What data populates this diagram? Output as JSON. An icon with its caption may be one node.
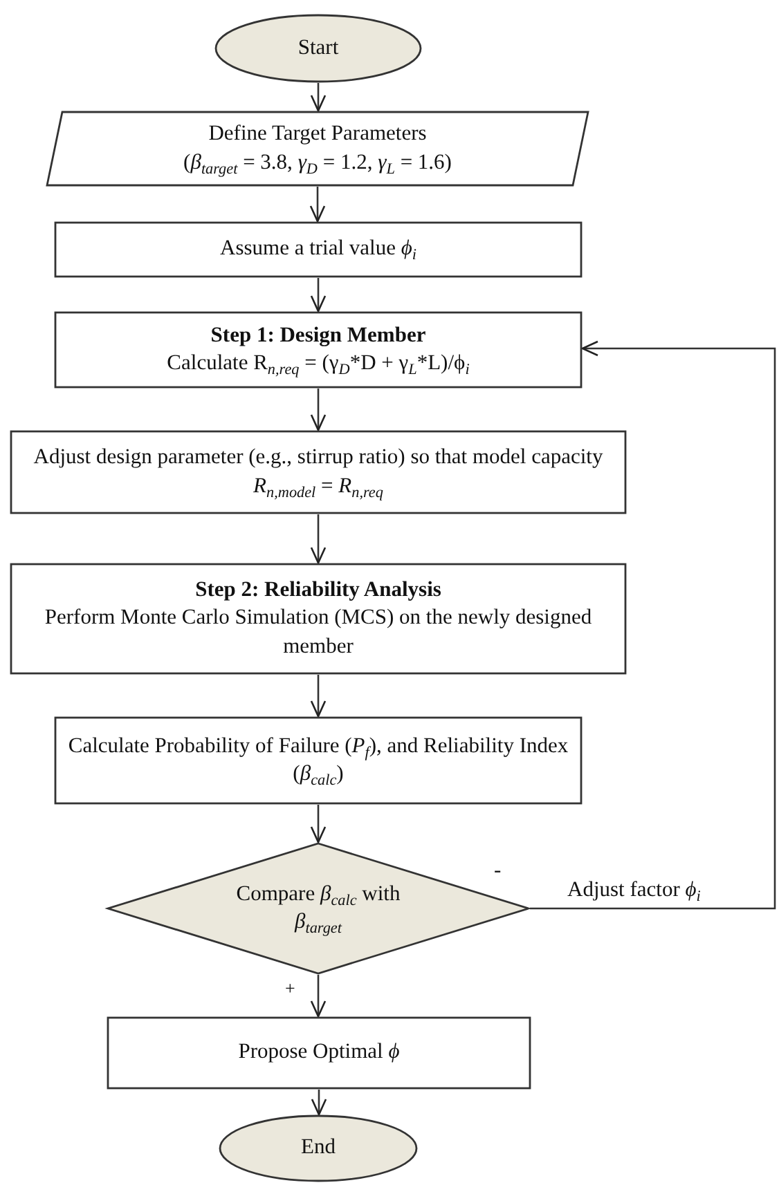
{
  "diagram": {
    "nodes": [
      {
        "text": [
          "Start"
        ]
      },
      {
        "text": [
          "Define Target Parameters",
          "(*β*$_{target}$ = 3.8, *γ*$_{D}$ = 1.2, *γ*$_{L}$ = 1.6)"
        ]
      },
      {
        "text": [
          "Assume a trial value *ϕ*$_{i}$"
        ]
      },
      {
        "text": [
          "Step 1: Design Member",
          "Calculate R$_{n,req}$ = (γ$_{D}$*D + γ$_{L}$*L)/ϕ$_{i}$"
        ]
      },
      {
        "text": [
          "Adjust design parameter (e.g., stirrup ratio) so that model capacity *R*$_{n,model}$ = *R*$_{n,req}$"
        ]
      },
      {
        "text": [
          "Step 2: Reliability Analysis",
          "Perform Monte Carlo Simulation (MCS) on the newly designed member"
        ]
      },
      {
        "text": [
          "Calculate Probability of Failure (*P*$_{f}$), and Reliability Index (*β*$_{calc}$)"
        ]
      },
      {
        "text": [
          "Compare *β*$_{calc}$ with *β*$_{target}$"
        ]
      },
      {
        "text": [
          "Propose Optimal *ϕ*"
        ]
      },
      {
        "text": [
          "End"
        ]
      }
    ],
    "edges": [
      {
        "from": 0,
        "to": 1,
        "arrow": "to"
      },
      {
        "from": 1,
        "to": 2,
        "arrow": "to"
      },
      {
        "from": 2,
        "to": 3,
        "arrow": "to"
      },
      {
        "from": 3,
        "to": 4,
        "arrow": "to"
      },
      {
        "from": 4,
        "to": 5,
        "arrow": "to"
      },
      {
        "from": 5,
        "to": 6,
        "arrow": "to"
      },
      {
        "from": 6,
        "to": 7,
        "arrow": "to"
      },
      {
        "from": 7,
        "to": 8,
        "arrow": "to",
        "label": "+"
      },
      {
        "from": 8,
        "to": 9,
        "arrow": "to"
      },
      {
        "from": 7,
        "to": 3,
        "arrow": "to",
        "label": "Adjust factor *ϕ*$_{i}$"
      }
    ],
    "labels": [
      "-"
    ]
  }
}
